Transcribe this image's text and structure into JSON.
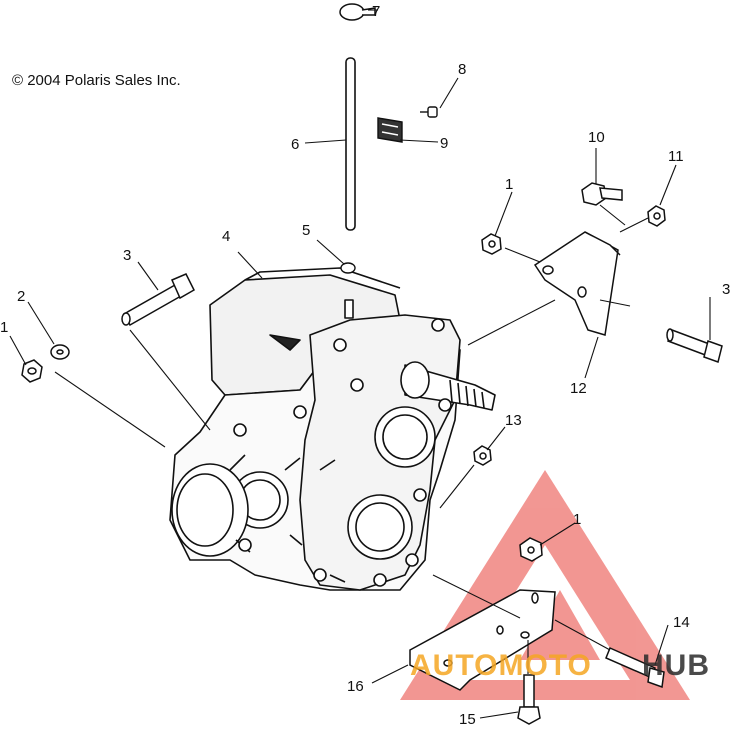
{
  "copyright": "© 2004 Polaris Sales Inc.",
  "callouts": {
    "c1a": "1",
    "c1b": "1",
    "c1c": "1",
    "c2": "2",
    "c3a": "3",
    "c3b": "3",
    "c4": "4",
    "c5": "5",
    "c6": "6",
    "c7": "7",
    "c8": "8",
    "c9": "9",
    "c10": "10",
    "c11": "11",
    "c12": "12",
    "c13": "13",
    "c14": "14",
    "c15": "15",
    "c16": "16"
  },
  "watermark": {
    "part1": "AUTOMOTO",
    "part2": "HUB",
    "color_orange": "#f5a623",
    "color_red": "#e8423a",
    "color_dark": "#2b2b2b"
  }
}
